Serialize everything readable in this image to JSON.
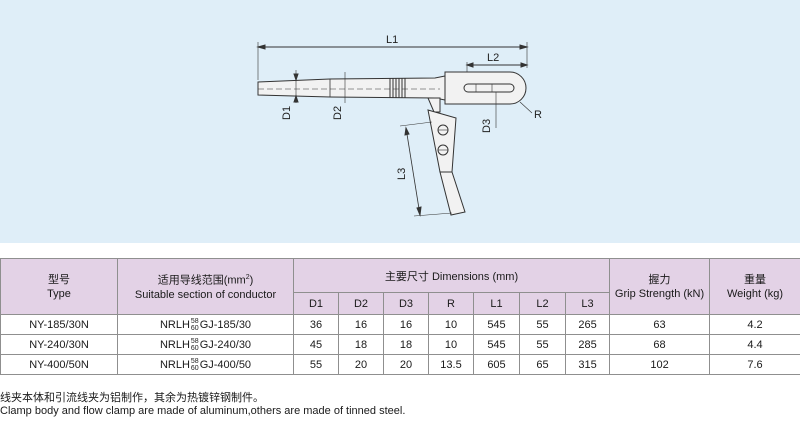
{
  "diagram": {
    "labels": {
      "l1": "L1",
      "l2": "L2",
      "l3": "L3",
      "d1": "D1",
      "d2": "D2",
      "d3": "D3",
      "r": "R"
    }
  },
  "table": {
    "headers": {
      "type_cn": "型号",
      "type_en": "Type",
      "section_cn": "适用导线范围(mm",
      "section_sup": "2",
      "section_close": ")",
      "section_en": "Suitable section of conductor",
      "dims": "主要尺寸 Dimensions (mm)",
      "grip_cn": "握力",
      "grip_en": "Grip Strength (kN)",
      "weight_cn": "重量",
      "weight_en": "Weight (kg)"
    },
    "dim_columns": [
      "D1",
      "D2",
      "D3",
      "R",
      "L1",
      "L2",
      "L3"
    ],
    "rows": [
      {
        "type": "NY-185/30N",
        "section_prefix": "NRLH",
        "section_top": "58",
        "section_bottom": "60",
        "section_suffix": "GJ-185/30",
        "d1": "36",
        "d2": "16",
        "d3": "16",
        "r": "10",
        "l1": "545",
        "l2": "55",
        "l3": "265",
        "grip": "63",
        "weight": "4.2"
      },
      {
        "type": "NY-240/30N",
        "section_prefix": "NRLH",
        "section_top": "58",
        "section_bottom": "60",
        "section_suffix": "GJ-240/30",
        "d1": "45",
        "d2": "18",
        "d3": "18",
        "r": "10",
        "l1": "545",
        "l2": "55",
        "l3": "285",
        "grip": "68",
        "weight": "4.4"
      },
      {
        "type": "NY-400/50N",
        "section_prefix": "NRLH",
        "section_top": "58",
        "section_bottom": "60",
        "section_suffix": "GJ-400/50",
        "d1": "55",
        "d2": "20",
        "d3": "20",
        "r": "13.5",
        "l1": "605",
        "l2": "65",
        "l3": "315",
        "grip": "102",
        "weight": "7.6"
      }
    ]
  },
  "notes": {
    "cn": "线夹本体和引流线夹为铝制作，其余为热镀锌钢制件。",
    "en": "Clamp body and flow clamp are made of aluminum,others are made of tinned steel."
  }
}
